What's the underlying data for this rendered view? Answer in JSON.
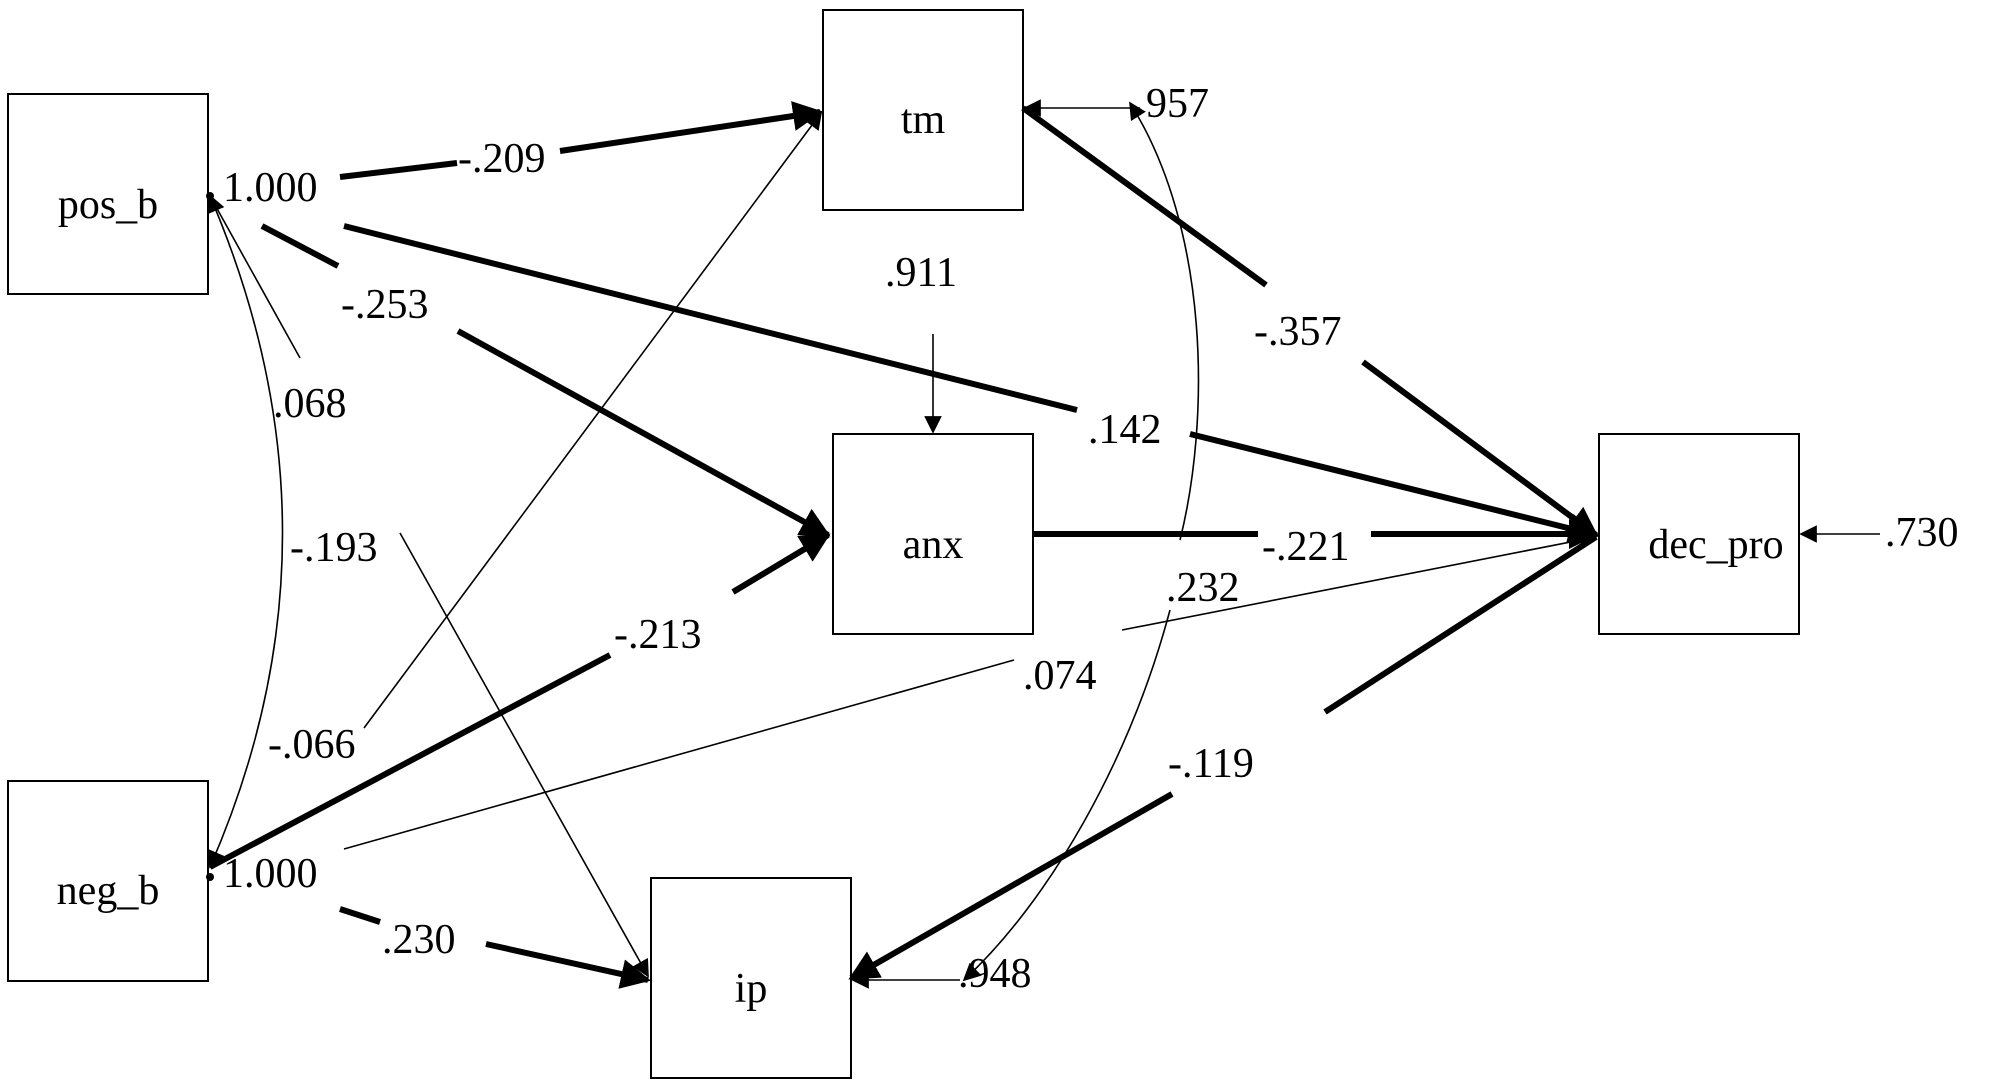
{
  "nodes": {
    "tm": "tm",
    "pos_b": "pos_b",
    "anx": "anx",
    "dec_pro": "dec_pro",
    "neg_b": "neg_b",
    "ip": "ip"
  },
  "coefficients": {
    "pos_b_variance": "1.000",
    "neg_b_variance": "1.000",
    "pos_b_to_tm": "-.209",
    "pos_b_to_anx": "-.253",
    "pos_b_to_dec_pro": ".142",
    "pos_b_to_ip": "-.193",
    "pos_b_neg_b_cov": ".068",
    "neg_b_to_tm": "-.066",
    "neg_b_to_anx": "-.213",
    "neg_b_to_dec_pro": ".074",
    "neg_b_to_ip": ".230",
    "tm_to_dec_pro": "-.357",
    "anx_to_dec_pro": "-.221",
    "ip_to_dec_pro": "-.119",
    "tm_ip_cov": ".232",
    "tm_residual": "957",
    "anx_residual": ".911",
    "ip_residual": ".948",
    "dec_pro_residual": ".730"
  }
}
